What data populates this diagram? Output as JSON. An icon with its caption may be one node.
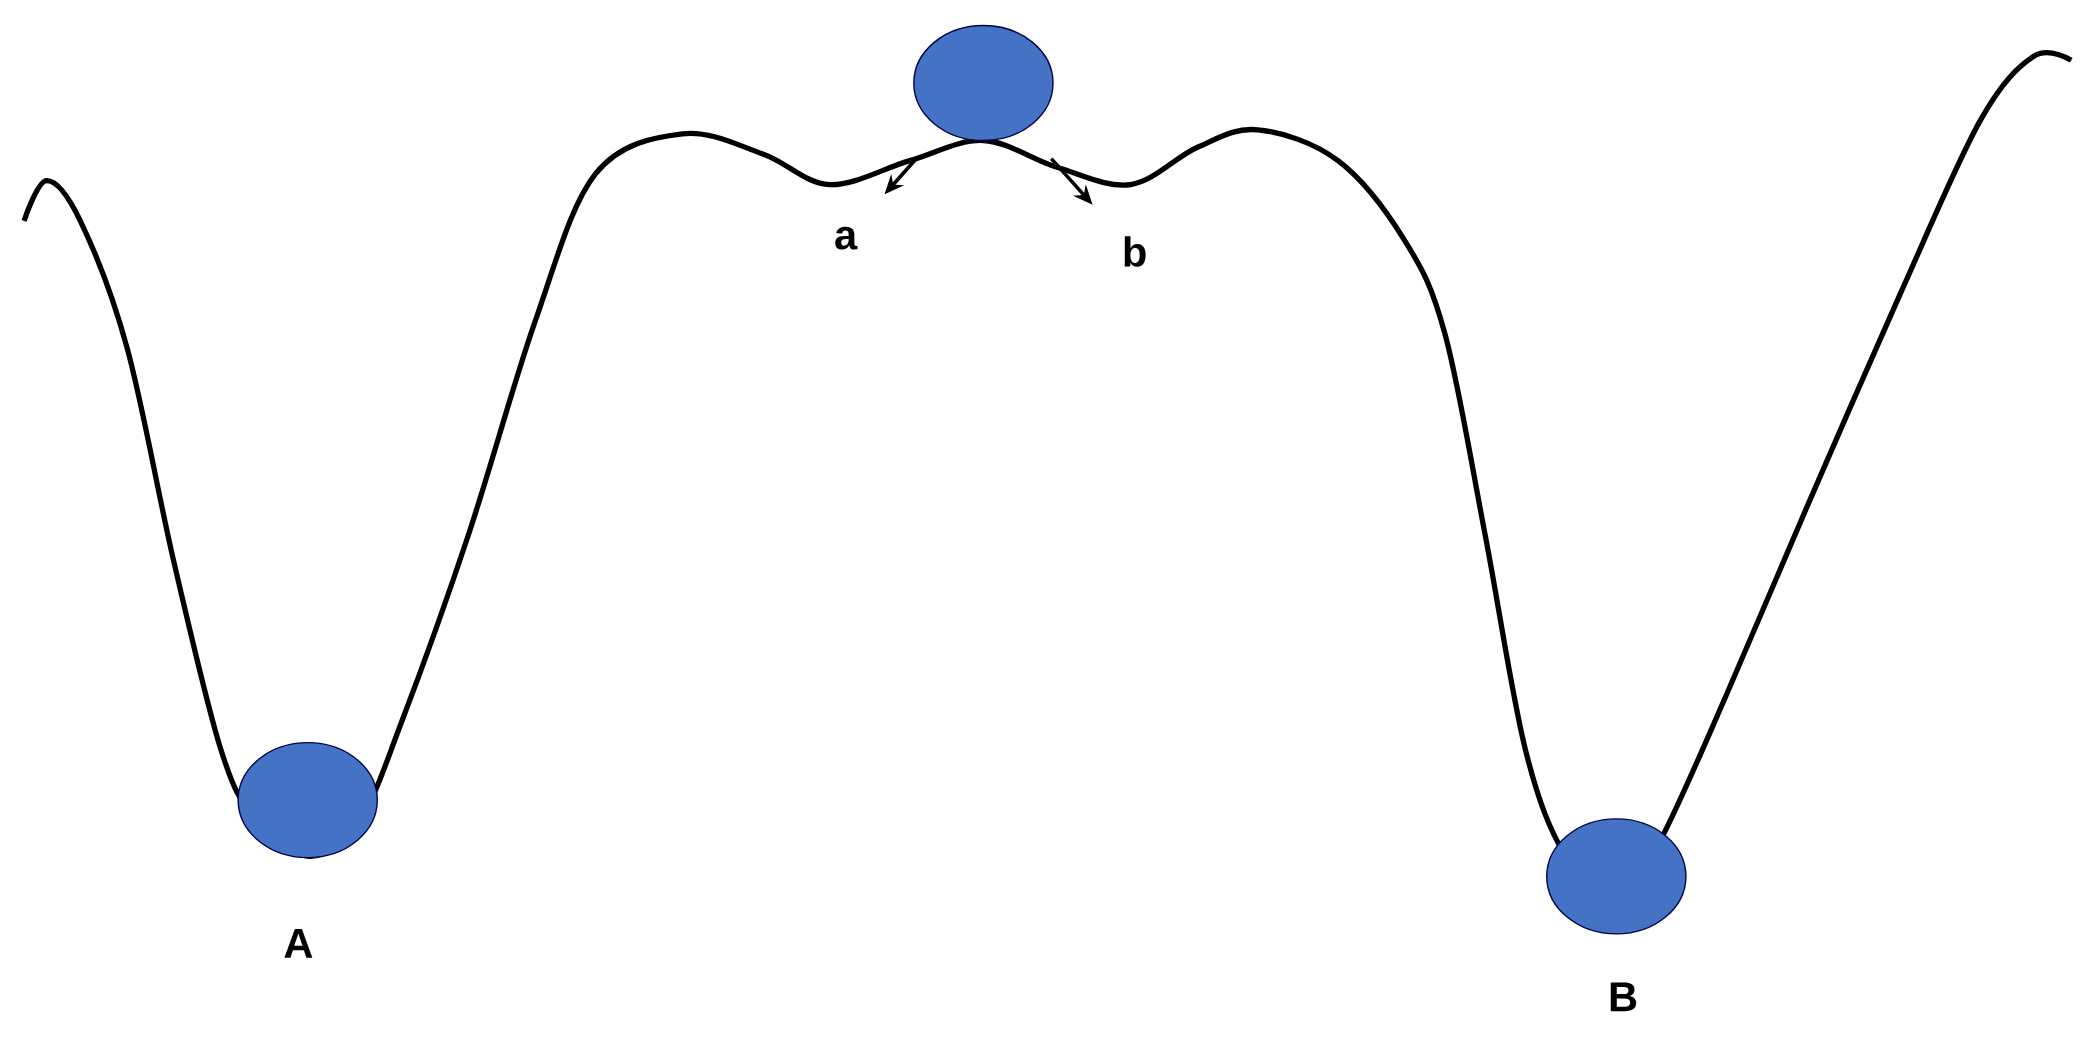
{
  "diagram": {
    "nodes": [
      {
        "text": [],
        "shape": "circle"
      },
      {
        "text": [
          "a"
        ]
      },
      {
        "text": [
          "b"
        ]
      },
      {
        "text": [],
        "shape": "circle",
        "beside": [
          "A"
        ]
      },
      {
        "text": [],
        "shape": "circle",
        "beside": [
          "B"
        ]
      }
    ],
    "edges": [
      {
        "from": 0,
        "to": 1,
        "arrow": "to"
      },
      {
        "from": 0,
        "to": 2,
        "arrow": "to"
      }
    ]
  }
}
